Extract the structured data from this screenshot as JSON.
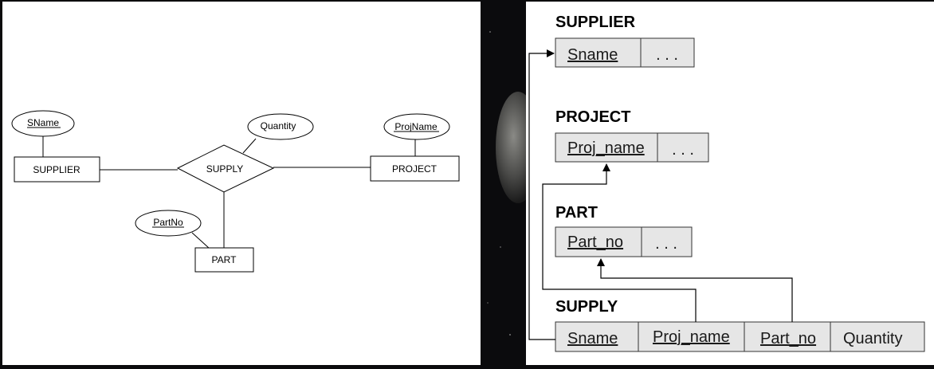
{
  "er_diagram": {
    "entities": {
      "supplier": "SUPPLIER",
      "project": "PROJECT",
      "part": "PART"
    },
    "relationship": "SUPPLY",
    "attributes": {
      "sname": "SName",
      "quantity": "Quantity",
      "projname": "ProjName",
      "partno": "PartNo"
    }
  },
  "relational_schema": {
    "supplier": {
      "title": "SUPPLIER",
      "key": "Sname",
      "rest": ". . ."
    },
    "project": {
      "title": "PROJECT",
      "key": "Proj_name",
      "rest": ". . ."
    },
    "part": {
      "title": "PART",
      "key": "Part_no",
      "rest": ". . ."
    },
    "supply": {
      "title": "SUPPLY",
      "col_sname": "Sname",
      "col_proj_name": "Proj_name",
      "col_part_no": "Part_no",
      "col_quantity": "Quantity"
    }
  },
  "colors": {
    "cell_fill": "#e6e6e6",
    "background": "#0b0b0d",
    "panel": "#ffffff"
  }
}
